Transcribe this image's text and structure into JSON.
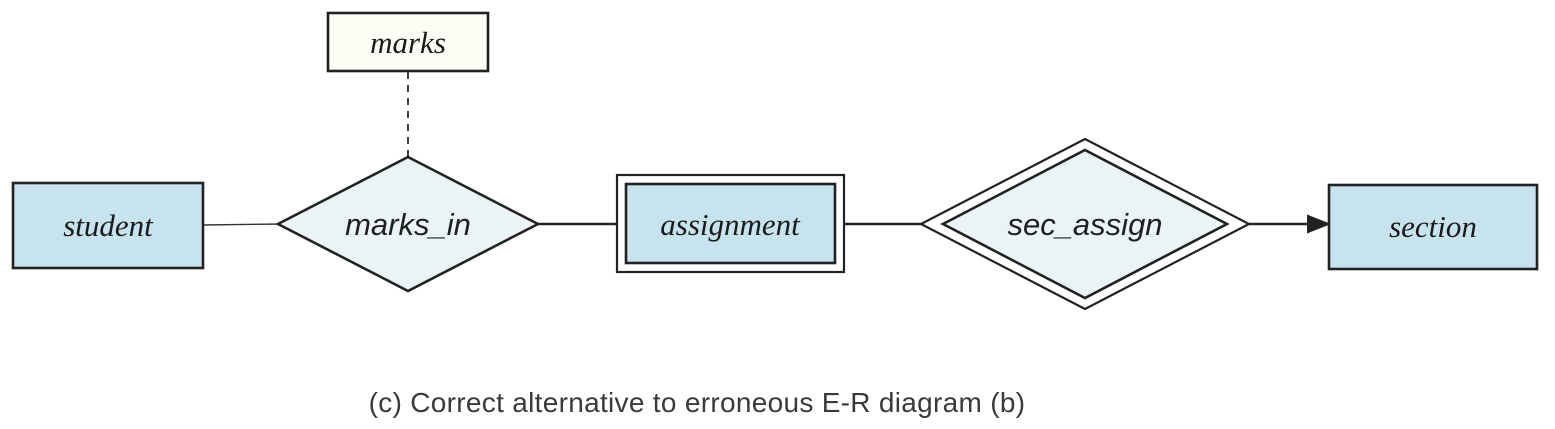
{
  "colors": {
    "entity_fill": "#c7e3ee",
    "relationship_fill": "#eaf4f7",
    "attribute_fill": "#fdfdf6",
    "stroke": "#222222",
    "caption_color": "#3a3a3a"
  },
  "diagram": {
    "attribute_marks": {
      "label": "marks"
    },
    "entity_student": {
      "label": "student"
    },
    "relationship_marks_in": {
      "label": "marks_in"
    },
    "weak_entity_assignment": {
      "label": "assignment"
    },
    "identifying_relationship_sec_assign": {
      "label": "sec_assign"
    },
    "entity_section": {
      "label": "section"
    },
    "caption": "(c) Correct alternative to erroneous E-R diagram (b)"
  }
}
